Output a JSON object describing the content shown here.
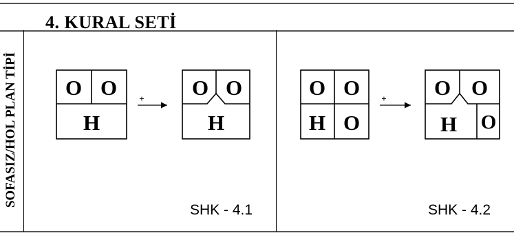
{
  "header": {
    "title": "4. KURAL SETİ"
  },
  "sidebar": {
    "label": "SOFASIZ/HOL PLAN TİPİ"
  },
  "rules": [
    {
      "caption": "SHK - 4.1",
      "before": {
        "top_left": "O",
        "top_right": "O",
        "bottom": "H"
      },
      "operator": "+",
      "after": {
        "top_left": "O",
        "top_right": "O",
        "bottom": "H"
      }
    },
    {
      "caption": "SHK - 4.2",
      "before": {
        "top_left": "O",
        "top_right": "O",
        "bottom_left": "H",
        "bottom_right": "O"
      },
      "operator": "+",
      "after": {
        "top_left": "O",
        "top_right": "O",
        "bottom_left": "H",
        "bottom_right": "O"
      }
    }
  ]
}
